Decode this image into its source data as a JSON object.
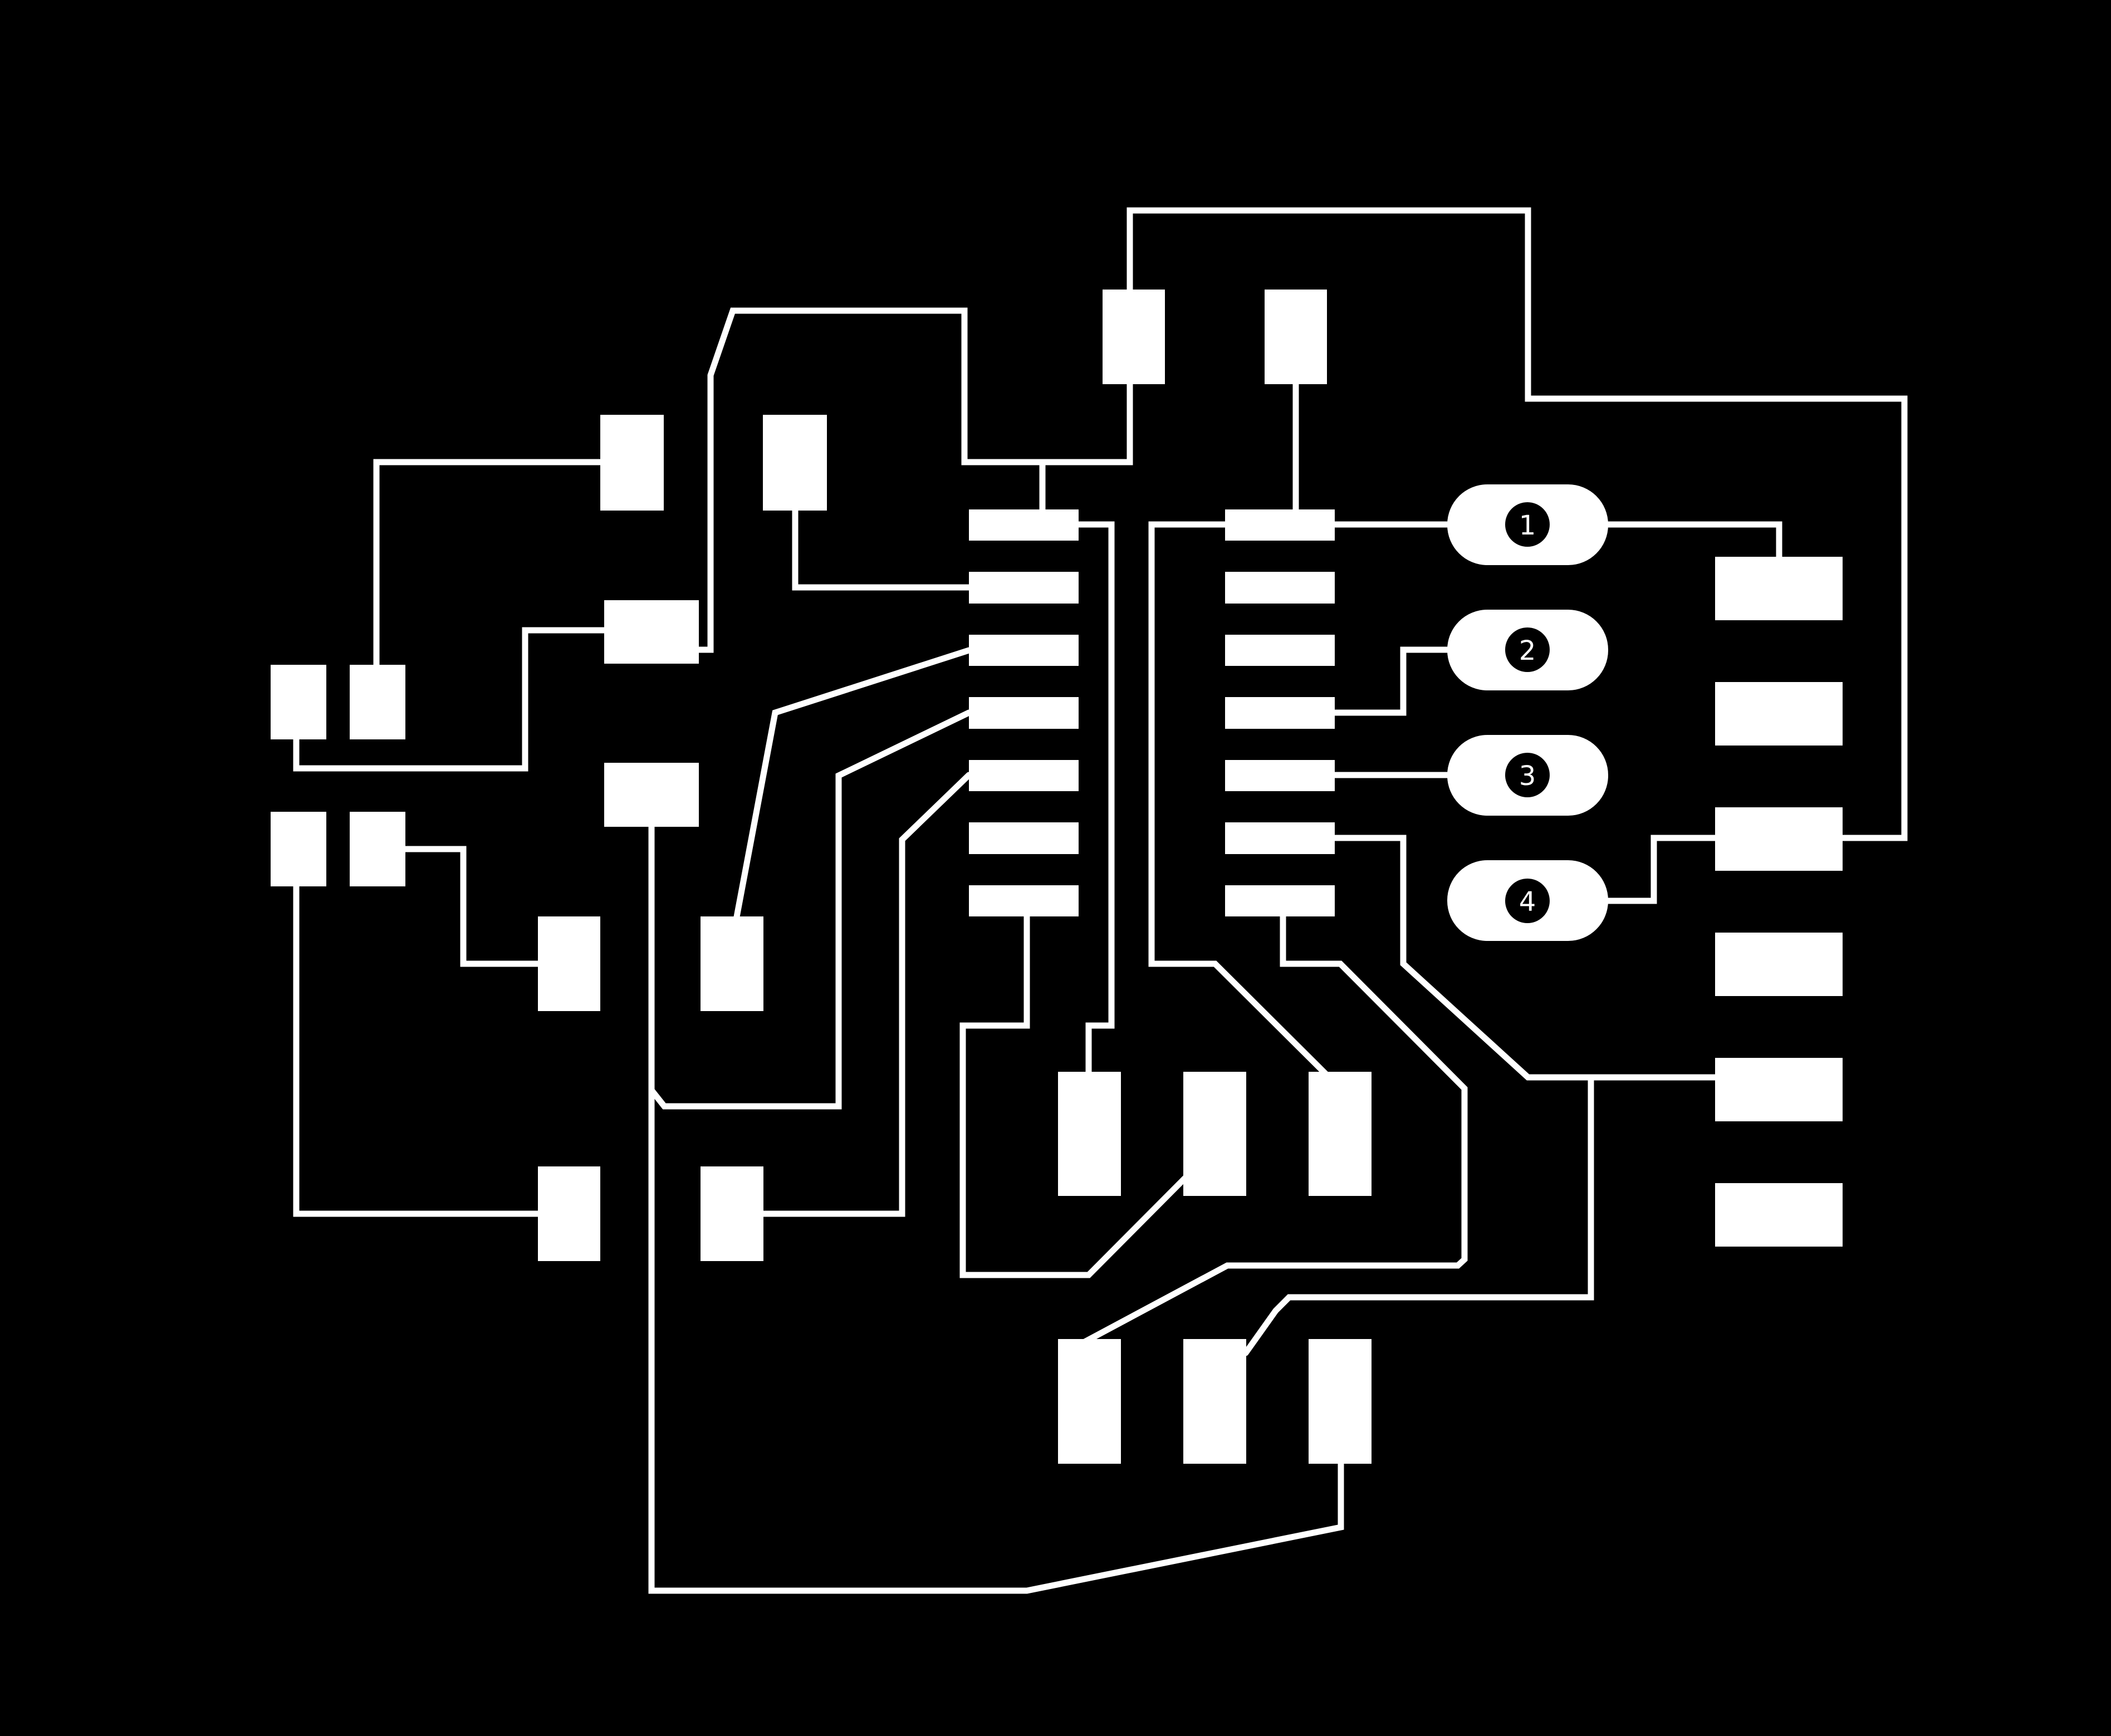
{
  "board": {
    "background": "#000000",
    "copper": "#ffffff",
    "header_labels": [
      "1",
      "2",
      "3",
      "4"
    ]
  }
}
